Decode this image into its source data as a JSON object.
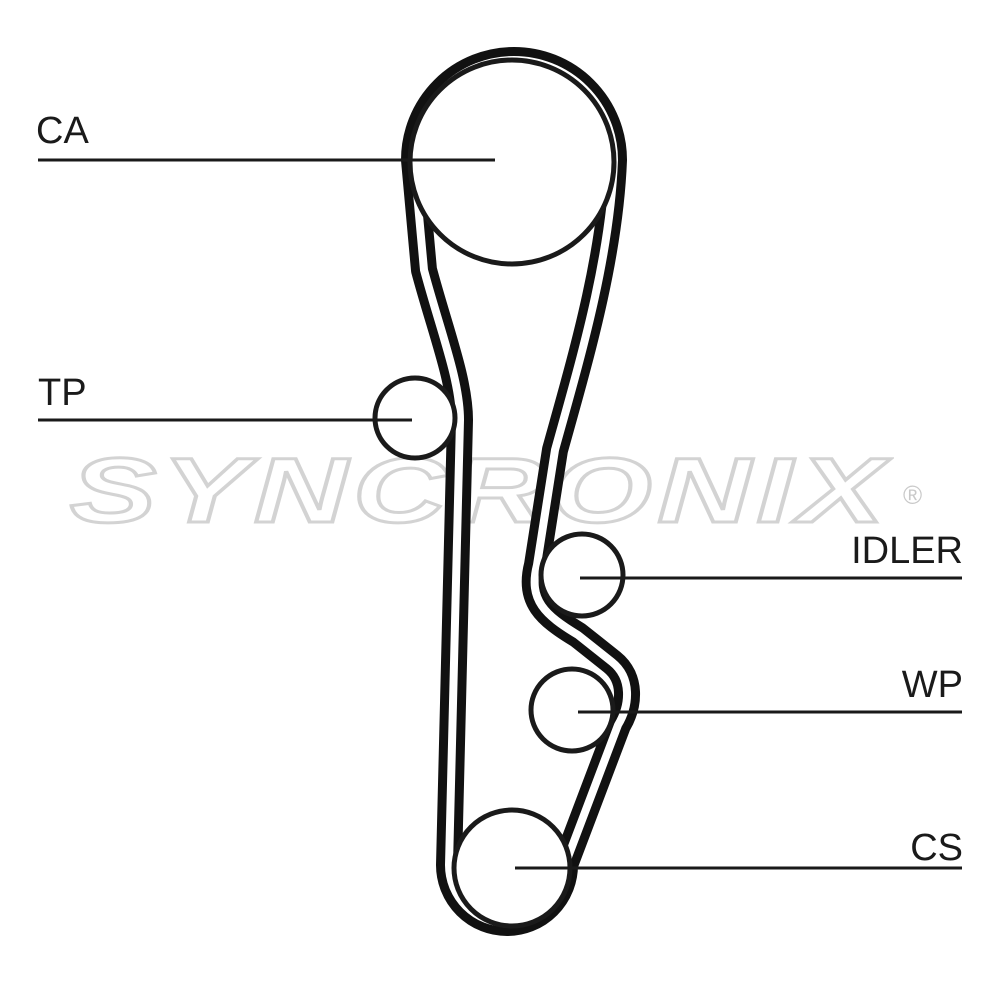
{
  "diagram": {
    "watermark": "SYNCRONIX",
    "watermark_mark": "®",
    "labels": {
      "ca": "CA",
      "tp": "TP",
      "idler": "IDLER",
      "wp": "WP",
      "cs": "CS"
    }
  },
  "colors": {
    "belt": "#111111",
    "leader": "#1a1a1a",
    "watermark": "#c9c9c9",
    "background": "#ffffff"
  }
}
